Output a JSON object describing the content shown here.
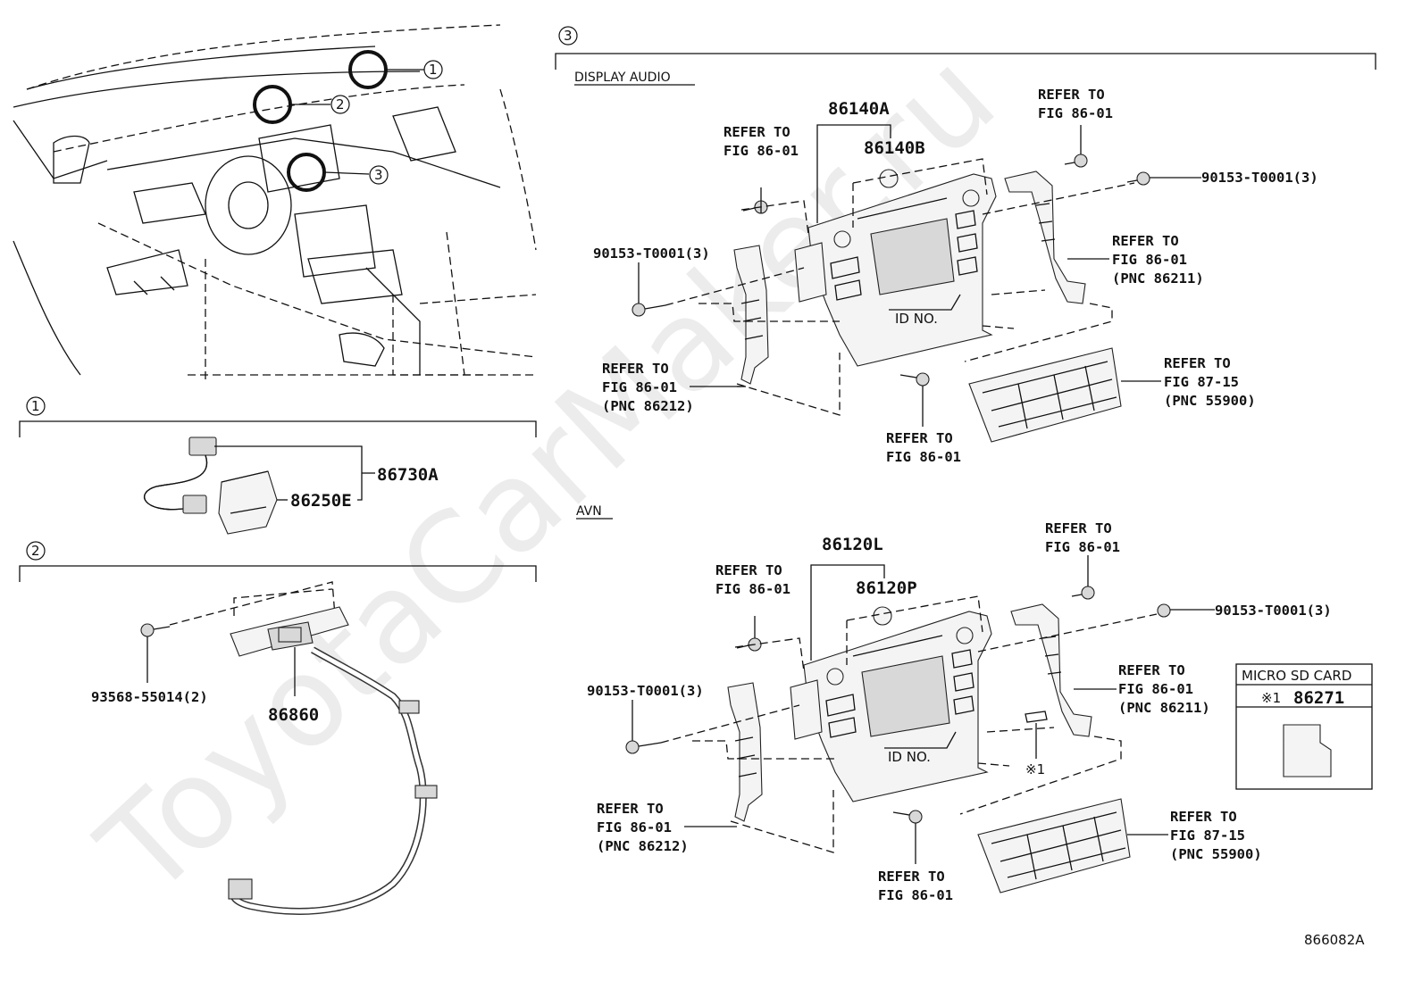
{
  "watermark": "ToyotaCarMaker.ru",
  "diagram_id": "866082A",
  "callouts": {
    "c1": "1",
    "c2": "2",
    "c3": "3"
  },
  "section3": {
    "display_audio": {
      "title": "DISPLAY AUDIO",
      "part_main": "86140A",
      "part_sub": "86140B",
      "refer_top_left": [
        "REFER TO",
        "FIG 86-01"
      ],
      "refer_top_right": [
        "REFER TO",
        "FIG 86-01"
      ],
      "screw_right": "90153-T0001(3)",
      "screw_left": "90153-T0001(3)",
      "refer_right": [
        "REFER TO",
        "FIG 86-01",
        "(PNC 86211)"
      ],
      "refer_left": [
        "REFER TO",
        "FIG 86-01",
        "(PNC 86212)"
      ],
      "refer_bottom": [
        "REFER TO",
        "FIG 86-01"
      ],
      "refer_climate": [
        "REFER TO",
        "FIG 87-15",
        "(PNC 55900)"
      ],
      "id_no": "ID NO."
    },
    "avn": {
      "title": "AVN",
      "part_main": "86120L",
      "part_sub": "86120P",
      "refer_top_left": [
        "REFER TO",
        "FIG 86-01"
      ],
      "refer_top_right": [
        "REFER TO",
        "FIG 86-01"
      ],
      "screw_right": "90153-T0001(3)",
      "screw_left": "90153-T0001(3)",
      "refer_right": [
        "REFER TO",
        "FIG 86-01",
        "(PNC 86211)"
      ],
      "refer_left": [
        "REFER TO",
        "FIG 86-01",
        "(PNC 86212)"
      ],
      "refer_bottom": [
        "REFER TO",
        "FIG 86-01"
      ],
      "refer_climate": [
        "REFER TO",
        "FIG 87-15",
        "(PNC 55900)"
      ],
      "id_no": "ID NO.",
      "note_mark": "※1"
    },
    "sd_card": {
      "title": "MICRO SD CARD",
      "mark": "※1",
      "part": "86271"
    }
  },
  "section1": {
    "part_assy": "86730A",
    "part_box": "86250E"
  },
  "section2": {
    "screw": "93568-55014(2)",
    "part": "86860"
  }
}
